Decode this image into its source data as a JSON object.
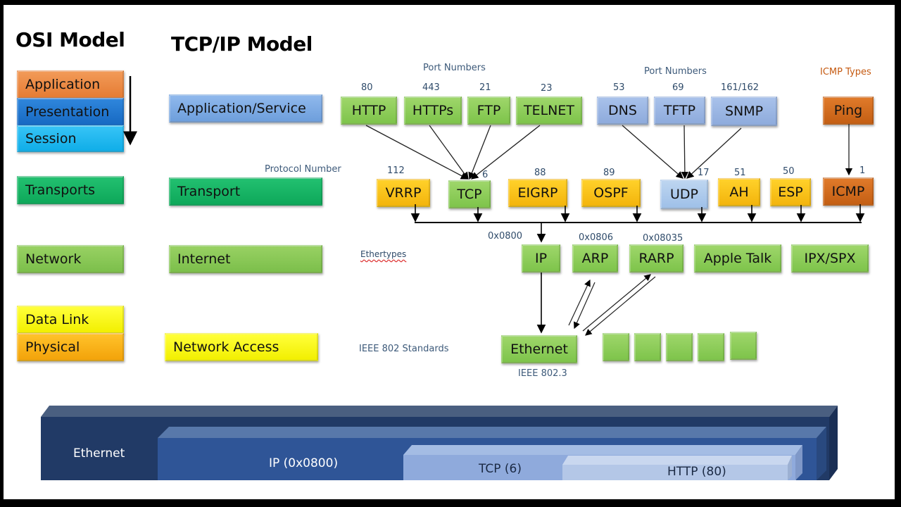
{
  "osi": {
    "title": "OSI Model",
    "layers": [
      {
        "label": "Application",
        "color": "#ee8a45"
      },
      {
        "label": "Presentation",
        "color": "#1f76cf"
      },
      {
        "label": "Session",
        "color": "#1ab8ef"
      },
      {
        "label": "Transports",
        "color": "#14b264"
      },
      {
        "label": "Network",
        "color": "#8ccb5a"
      },
      {
        "label": "Data Link",
        "color": "#f8f51c"
      },
      {
        "label": "Physical",
        "color": "#f7b01a"
      }
    ]
  },
  "tcpip": {
    "title": "TCP/IP Model",
    "layers": [
      {
        "label": "Application/Service",
        "color": "#7fabe4"
      },
      {
        "label": "Transport",
        "color": "#14b264"
      },
      {
        "label": "Internet",
        "color": "#8ccb5a"
      },
      {
        "label": "Network Access",
        "color": "#f8f51c"
      }
    ]
  },
  "labels": {
    "port_numbers_tcp": "Port Numbers",
    "port_numbers_udp": "Port Numbers",
    "icmp_types": "ICMP Types",
    "protocol_number": "Protocol Number",
    "ethertypes": "Ethertypes",
    "ieee_802": "IEEE 802 Standards",
    "ieee_8023": "IEEE 802.3"
  },
  "application_protocols": [
    {
      "name": "HTTP",
      "port": "80",
      "transport": "TCP"
    },
    {
      "name": "HTTPs",
      "port": "443",
      "transport": "TCP"
    },
    {
      "name": "FTP",
      "port": "21",
      "transport": "TCP"
    },
    {
      "name": "TELNET",
      "port": "23",
      "transport": "TCP"
    },
    {
      "name": "DNS",
      "port": "53",
      "transport": "UDP"
    },
    {
      "name": "TFTP",
      "port": "69",
      "transport": "UDP"
    },
    {
      "name": "SNMP",
      "port": "161/162",
      "transport": "UDP"
    },
    {
      "name": "Ping",
      "port": "",
      "transport": "ICMP"
    }
  ],
  "transport_protocols": [
    {
      "name": "VRRP",
      "number": "112"
    },
    {
      "name": "TCP",
      "number": "6"
    },
    {
      "name": "EIGRP",
      "number": "88"
    },
    {
      "name": "OSPF",
      "number": "89"
    },
    {
      "name": "UDP",
      "number": "17"
    },
    {
      "name": "AH",
      "number": "51"
    },
    {
      "name": "ESP",
      "number": "50"
    },
    {
      "name": "ICMP",
      "number": "1"
    }
  ],
  "internet_protocols": [
    {
      "name": "IP",
      "ethertype": "0x0800"
    },
    {
      "name": "ARP",
      "ethertype": "0x0806"
    },
    {
      "name": "RARP",
      "ethertype": "0x08035"
    },
    {
      "name": "Apple Talk",
      "ethertype": ""
    },
    {
      "name": "IPX/SPX",
      "ethertype": ""
    }
  ],
  "network_access": {
    "ethernet": "Ethernet",
    "other_standards_count": 5
  },
  "encapsulation": {
    "layers": [
      {
        "label": "Ethernet",
        "color": "#1f3864"
      },
      {
        "label": "IP (0x0800)",
        "color": "#2f5597"
      },
      {
        "label": "TCP (6)",
        "color": "#8faadc"
      },
      {
        "label": "HTTP (80)",
        "color": "#b4c7e7"
      }
    ]
  }
}
